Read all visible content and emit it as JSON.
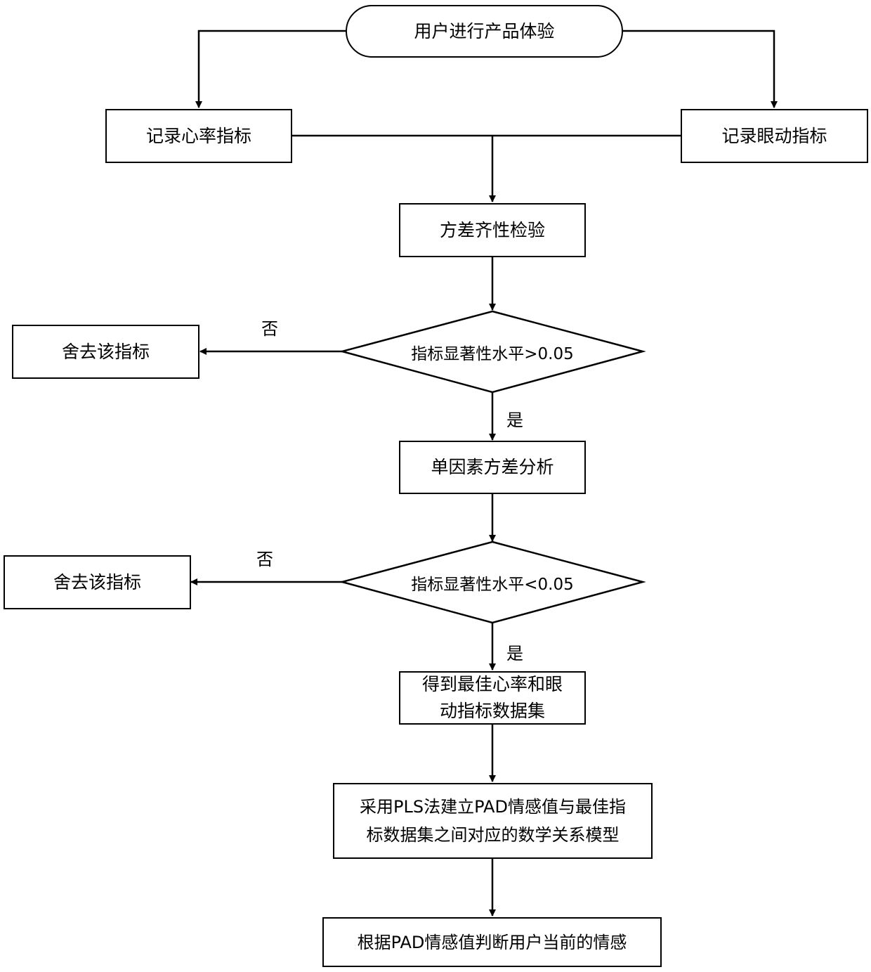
{
  "nodes": {
    "start": "用户进行产品体验",
    "record_heart": "记录心率指标",
    "record_eye": "记录眼动指标",
    "homogeneity_test": "方差齐性检验",
    "decision1": "指标显著性水平>0.05",
    "discard1": "舍去该指标",
    "anova": "单因素方差分析",
    "decision2": "指标显著性水平<0.05",
    "discard2": "舍去该指标",
    "best_dataset_line1": "得到最佳心率和眼",
    "best_dataset_line2": "动指标数据集",
    "pls_model_line1": "采用PLS法建立PAD情感值与最佳指",
    "pls_model_line2": "标数据集之间对应的数学关系模型",
    "judge_emotion": "根据PAD情感值判断用户当前的情感"
  },
  "edge_labels": {
    "no1": "否",
    "yes1": "是",
    "no2": "否",
    "yes2": "是"
  }
}
